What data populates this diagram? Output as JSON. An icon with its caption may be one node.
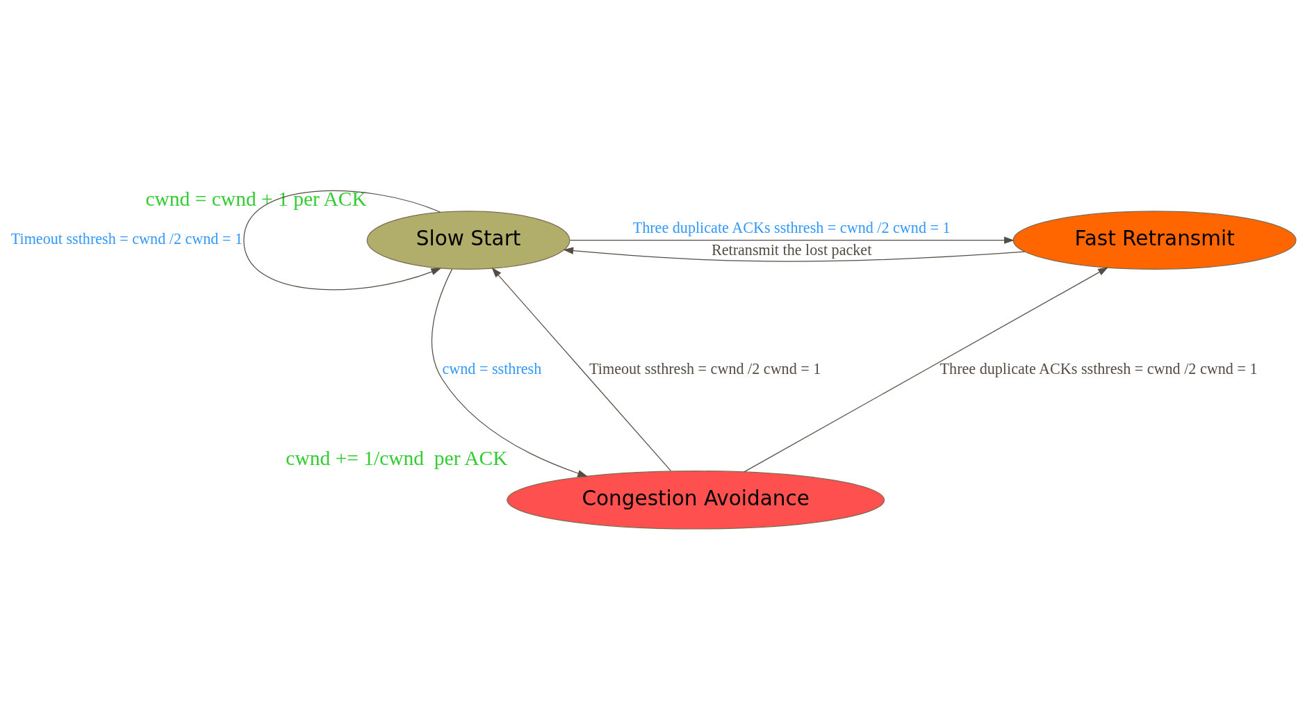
{
  "diagram": {
    "nodes": [
      {
        "text": [
          "Slow Start"
        ],
        "beside": [
          "cwnd = cwnd + 1 per ACK"
        ]
      },
      {
        "text": [
          "Fast Retransmit"
        ]
      },
      {
        "text": [
          "Congestion Avoidance"
        ],
        "beside": [
          "cwnd += 1/cwnd  per ACK"
        ]
      }
    ],
    "edges": [
      {
        "from": 0,
        "to": 0,
        "arrow": "to",
        "label": "Timeout ssthresh = cwnd /2 cwnd = 1"
      },
      {
        "from": 1,
        "to": 0,
        "arrow": "to",
        "label": "Retransmit the lost packet"
      },
      {
        "from": 0,
        "to": 1,
        "arrow": "to",
        "label": "Three duplicate ACKs ssthresh = cwnd /2 cwnd = 1"
      },
      {
        "from": 0,
        "to": 2,
        "arrow": "to",
        "label": "cwnd = ssthresh"
      },
      {
        "from": 2,
        "to": 0,
        "arrow": "to",
        "label": "Timeout ssthresh = cwnd /2 cwnd = 1"
      },
      {
        "from": 2,
        "to": 1,
        "arrow": "to",
        "label": "Three duplicate ACKs ssthresh = cwnd /2 cwnd = 1"
      }
    ]
  }
}
